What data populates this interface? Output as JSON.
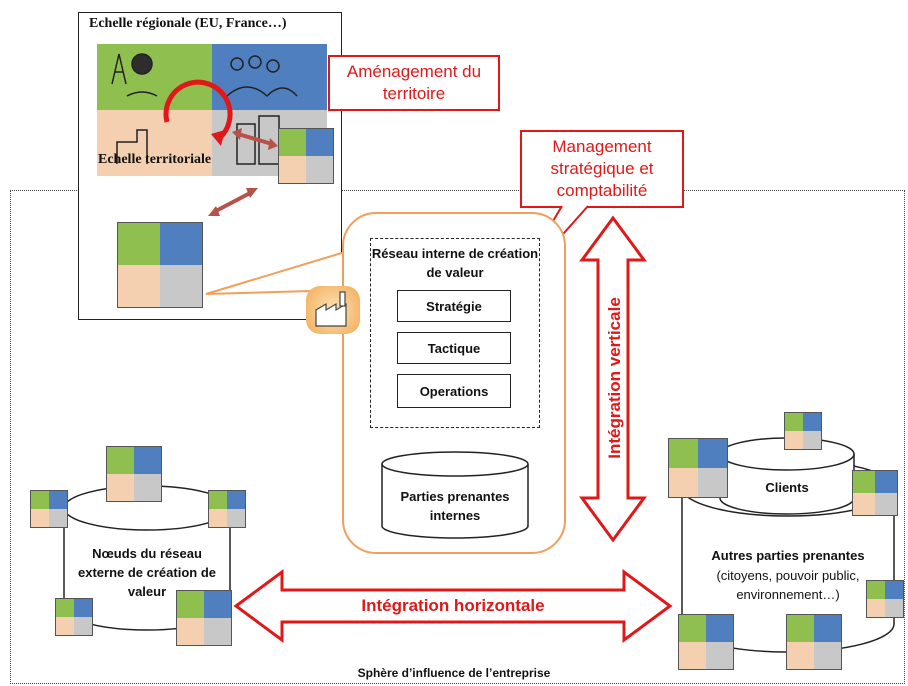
{
  "regional": {
    "title": "Echelle régionale (EU, France…)",
    "territorial_label": "Echelle territoriale"
  },
  "callouts": {
    "amenagement": "Aménagement du territoire",
    "management": "Management stratégique et comptabilité"
  },
  "internal": {
    "network_title": "Réseau interne de création de valeur",
    "levels": [
      "Stratégie",
      "Tactique",
      "Operations"
    ],
    "stakeholders": "Parties prenantes internes"
  },
  "external": {
    "nodes": "Nœuds du réseau externe de création de valeur"
  },
  "right": {
    "clients": "Clients",
    "others_title": "Autres parties prenantes",
    "others_detail": "(citoyens, pouvoir public, environnement…)"
  },
  "arrows": {
    "vertical": "Intégration verticale",
    "horizontal": "Intégration horizontale"
  },
  "sphere": "Sphère d’influence de l’entreprise",
  "colors": {
    "callout_red": "#e01818",
    "arrow_red": "#e01818",
    "bubble_orange": "#f0a05a",
    "link_arrow": "#b5524a"
  },
  "icons": [
    "ecology-tile-icon",
    "factory-icon"
  ]
}
